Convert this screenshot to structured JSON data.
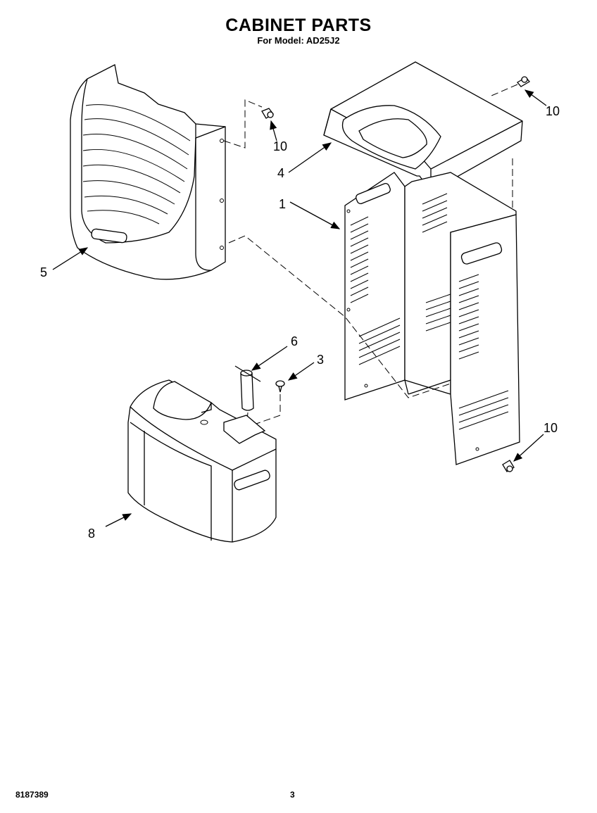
{
  "header": {
    "title": "CABINET PARTS",
    "subtitle": "For Model: AD25J2"
  },
  "callouts": [
    {
      "id": "part-1",
      "label": "1"
    },
    {
      "id": "part-3",
      "label": "3"
    },
    {
      "id": "part-4",
      "label": "4"
    },
    {
      "id": "part-5",
      "label": "5"
    },
    {
      "id": "part-6",
      "label": "6"
    },
    {
      "id": "part-8",
      "label": "8"
    },
    {
      "id": "part-10-a",
      "label": "10"
    },
    {
      "id": "part-10-b",
      "label": "10"
    },
    {
      "id": "part-10-c",
      "label": "10"
    }
  ],
  "footer": {
    "doc_number": "8187389",
    "page_number": "3"
  }
}
